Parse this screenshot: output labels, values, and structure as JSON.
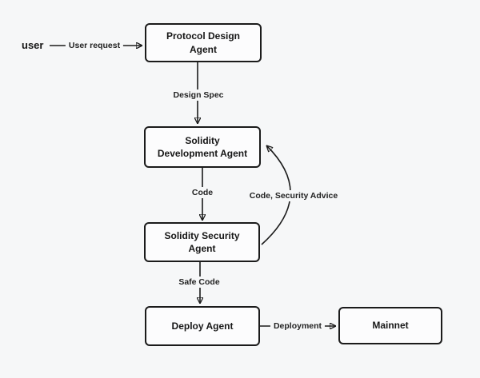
{
  "diagram": {
    "user_label": "user",
    "nodes": {
      "protocol_design": "Protocol Design Agent",
      "solidity_development": "Solidity Development Agent",
      "solidity_security": "Solidity Security Agent",
      "deploy": "Deploy Agent",
      "mainnet": "Mainnet"
    },
    "edges": {
      "user_request": "User request",
      "design_spec": "Design Spec",
      "code": "Code",
      "code_security_advice": "Code, Security Advice",
      "safe_code": "Safe Code",
      "deployment": "Deployment"
    },
    "colors": {
      "background": "#f6f7f8",
      "node_fill": "#fcfcfd",
      "stroke": "#1b1b1b",
      "text": "#171717"
    }
  }
}
